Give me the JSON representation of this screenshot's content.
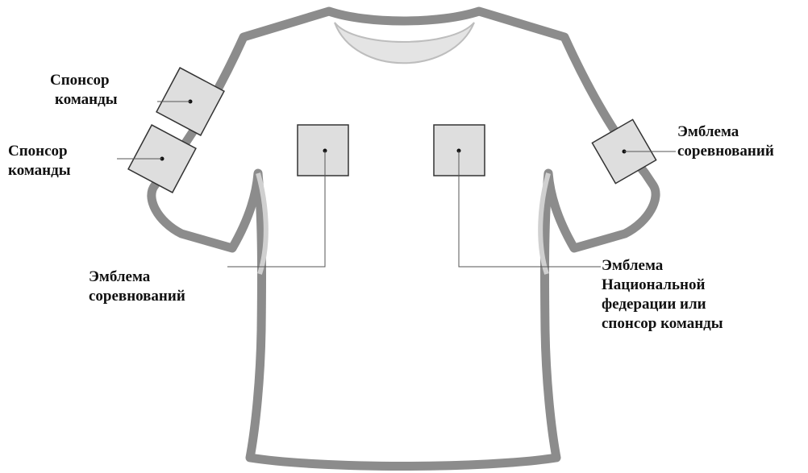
{
  "diagram": {
    "labels": {
      "sleeve_left_upper": [
        "Спонсор",
        "команды"
      ],
      "sleeve_left_lower": [
        "Спонсор",
        "команды"
      ],
      "sleeve_right": [
        "Эмблема",
        "соревнований"
      ],
      "chest_left": [
        "Эмблема",
        "соревнований"
      ],
      "chest_right": [
        "Эмблема",
        "Национальной",
        "федерации или",
        "спонсор команды"
      ]
    },
    "colors": {
      "shirt_outline": "#8c8c8c",
      "shirt_fill": "#ffffff",
      "collar": "#e4e4e4",
      "patch_fill": "#dedede",
      "patch_stroke": "#333333",
      "leader_line": "#555555",
      "text": "#111111"
    }
  }
}
